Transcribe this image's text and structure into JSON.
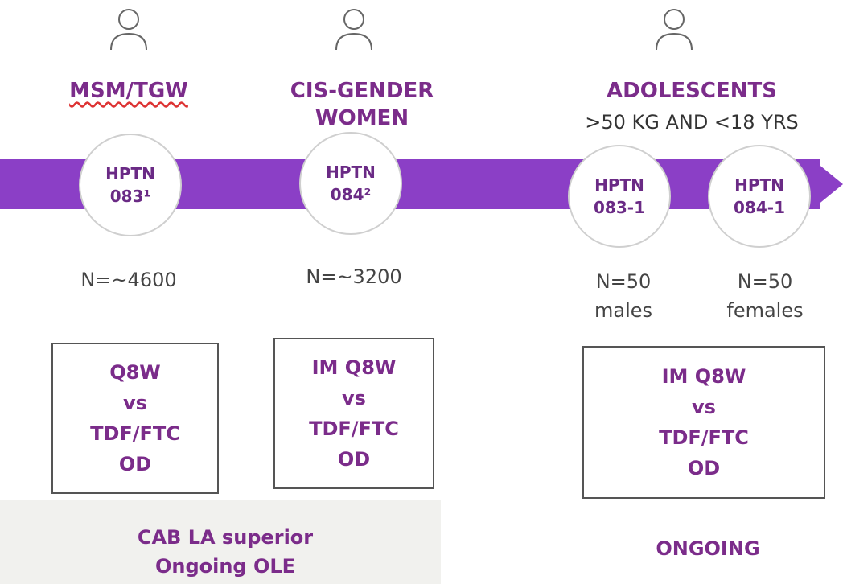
{
  "groups": {
    "msm": {
      "label": "MSM/TGW"
    },
    "women": {
      "label_line1": "CIS-GENDER",
      "label_line2": "WOMEN"
    },
    "adolescents": {
      "label": "ADOLESCENTS",
      "sub": ">50 KG AND <18 YRS"
    }
  },
  "studies": [
    {
      "line1": "HPTN",
      "line2": "083¹",
      "n": "N=~4600"
    },
    {
      "line1": "HPTN",
      "line2": "084²",
      "n": "N=~3200"
    },
    {
      "line1": "HPTN",
      "line2": "083-1",
      "n_line1": "N=50",
      "n_line2": "males"
    },
    {
      "line1": "HPTN",
      "line2": "084-1",
      "n_line1": "N=50",
      "n_line2": "females"
    }
  ],
  "regimens": [
    {
      "l1": "Q8W",
      "l2": "vs",
      "l3": "TDF/FTC",
      "l4": "OD"
    },
    {
      "l1": "IM Q8W",
      "l2": "vs",
      "l3": "TDF/FTC",
      "l4": "OD"
    },
    {
      "l1": "IM Q8W",
      "l2": "vs",
      "l3": "TDF/FTC",
      "l4": "OD"
    }
  ],
  "outcomes": {
    "left_line1": "CAB LA superior",
    "left_line2": "Ongoing OLE",
    "right": "ONGOING"
  },
  "colors": {
    "accent": "#8b3fc6",
    "label": "#7b2c8a"
  }
}
